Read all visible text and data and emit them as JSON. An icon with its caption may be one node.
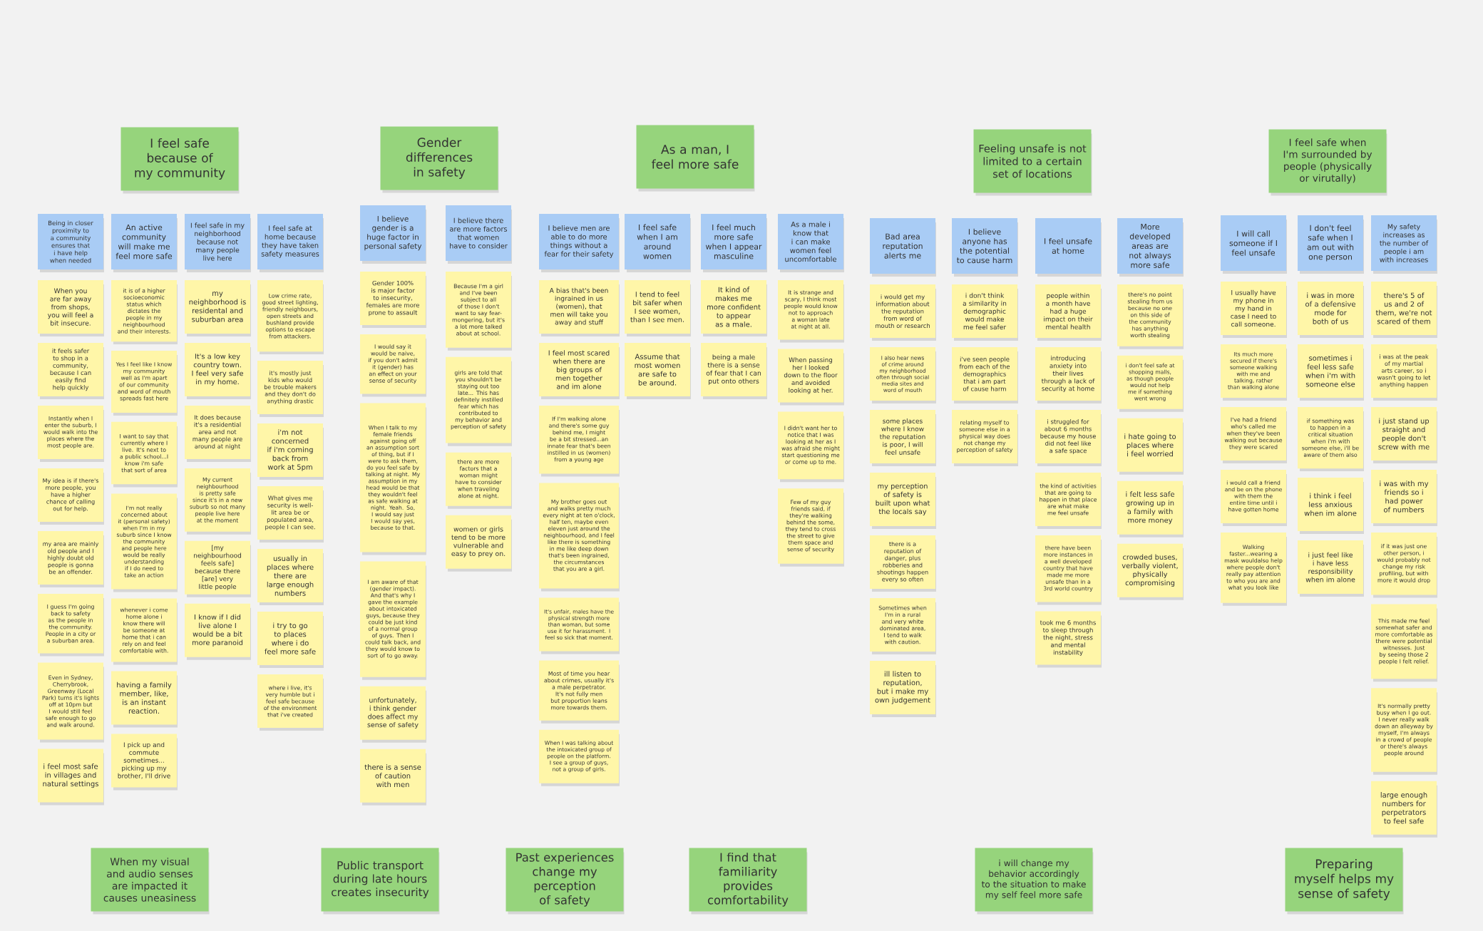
{
  "diagram": {
    "nodes": [
      {
        "text": [
          "I feel safe because of my community"
        ]
      },
      {
        "text": [
          "Being in closer proximity to a community ensures that i have help when needed"
        ]
      },
      {
        "text": [
          "When you are far away from shops, you will feel a bit insecure."
        ]
      },
      {
        "text": [
          "it feels safer to shop in a community, because I can easily find help quickly"
        ]
      },
      {
        "text": [
          "Instantly when I enter the suburb, I would walk into the places where the most people are."
        ]
      },
      {
        "text": [
          "My idea is if there's more people, you have a higher chance of calling out for help."
        ]
      },
      {
        "text": [
          "my area are mainly old people and I highly doubt old people is gonna be an offender."
        ]
      },
      {
        "text": [
          "I guess I'm going back to safety as the people in the community. People in a city or a suburban area."
        ]
      },
      {
        "text": [
          "Even in Sydney, Cherrybrook, Greenway (Local Park) turns it's lights off at 10pm but I would still feel safe enough to go and walk around."
        ]
      },
      {
        "text": [
          "i feel most safe in villages and natural settings"
        ]
      },
      {
        "text": [
          "An active community will make me feel more safe"
        ]
      },
      {
        "text": [
          "it is of a higher socioeconomic status which dictates the people in my neighbourhood and their interests."
        ]
      },
      {
        "text": [
          "Yes I feel like I know my community well as I'm apart of our community and word of mouth spreads fast here"
        ]
      },
      {
        "text": [
          "I want to say that currently where I live. It's next to a public school...I know i'm safe that sort of area"
        ]
      },
      {
        "text": [
          "I'm not really concerned about it (personal safety) when I'm in my suburb since I know the community and people here would be really understanding if I do need to take an action"
        ]
      },
      {
        "text": [
          "whenever i come home alone i know there will be someone at home that i can rely on and feel comfortable with."
        ]
      },
      {
        "text": [
          "having a family member, like, is an instant reaction."
        ]
      },
      {
        "text": [
          "I pick up and commute sometimes... picking up my brother, I'll drive"
        ]
      },
      {
        "text": [
          "I feel safe in my neighborhood because not many people live here"
        ]
      },
      {
        "text": [
          "my neighborhood is residental and suburban area"
        ]
      },
      {
        "text": [
          "It's a low key country town. I feel very safe in my home."
        ]
      },
      {
        "text": [
          "It does because it's a residential area and not many people are around at night"
        ]
      },
      {
        "text": [
          "My current neighbourhood is pretty safe since it's in a new suburb so not many people live here at the moment"
        ]
      },
      {
        "text": [
          "[my neighbourhood feels safe] because there [are] very little people"
        ]
      },
      {
        "text": [
          "I know if I did live alone I would be a bit more paranoid"
        ]
      },
      {
        "text": [
          "I feel safe at home because they have taken safety measures"
        ]
      },
      {
        "text": [
          "Low crime rate, good street lighting, friendly neighbours, open streets and bushland provide options to escape from attackers."
        ]
      },
      {
        "text": [
          "it's mostly just kids who would be trouble makers and they don't do anything drastic"
        ]
      },
      {
        "text": [
          "i'm not concerned if i'm coming back from work at 5pm"
        ]
      },
      {
        "text": [
          "What gives me security is well-lit area be or populated area, people I can see."
        ]
      },
      {
        "text": [
          "usually in places where there are large enough numbers"
        ]
      },
      {
        "text": [
          "i try to go to places where i do feel more safe"
        ]
      },
      {
        "text": [
          "where i live, it's very humble but i feel safe because of the environment that i've created"
        ]
      },
      {
        "text": [
          "Gender differences in safety"
        ]
      },
      {
        "text": [
          "I believe gender is a huge factor in personal safety"
        ]
      },
      {
        "text": [
          "Gender 100% is major factor to insecurity, females are more prone to assault"
        ]
      },
      {
        "text": [
          "I would say it would be naive, if you don't admit it (gender) has an effect on your sense of security"
        ]
      },
      {
        "text": [
          "When I talk to my female friends against going off an assumption sort of thing, but if I were to ask them, do you feel safe by talking at night. My assumption in my head would be that they wouldn't feel as safe walking at night. Yeah. So, I would say just I would say yes, because to that."
        ]
      },
      {
        "text": [
          "I am aware of that (gender impact). And that's why I gave the example about intoxicated guys, because they could be just kind of a normal group of guys. Then I could talk back, and they would know to sort of to go away."
        ]
      },
      {
        "text": [
          "unfortunately, i think gender does affect my sense of safety"
        ]
      },
      {
        "text": [
          "there is a sense of caution with men"
        ]
      },
      {
        "text": [
          "I believe there are more factors that women have to consider"
        ]
      },
      {
        "text": [
          "Because I'm a girl and I've been subject to all of those I don't want to say fear-mongering, but it's a lot more talked about at school."
        ]
      },
      {
        "text": [
          "girls are told that you shouldn't be staying out too late... This has definitely instilled fear which has contributed to my behavior and perception of safety"
        ]
      },
      {
        "text": [
          "there are more factors that a woman might have to consider when traveling alone at night."
        ]
      },
      {
        "text": [
          "women or girls tend to be more vulnerable and easy to prey on."
        ]
      },
      {
        "text": [
          "As a man, I feel more safe"
        ]
      },
      {
        "text": [
          "I believe men are able to do more things without a fear for their safety"
        ]
      },
      {
        "text": [
          "A bias that's been ingrained in us (women), that men will take you away and stuff"
        ]
      },
      {
        "text": [
          "I feel most scared when there are big groups of men together and im alone"
        ]
      },
      {
        "text": [
          "If I'm walking alone and there's some guy behind me, I might be a bit stressed...an innate fear that's been instilled in us (women) from a young age"
        ]
      },
      {
        "text": [
          "My brother goes out and walks pretty much every night at ten o'clock, half ten, maybe even eleven just around the neighbourhood, and I feel like there is something in me like deep down that's been ingrained, the circumstances that you are a girl."
        ]
      },
      {
        "text": [
          "It's unfair, males have the physical strength more than woman, but some use it for harassment. I feel so sick that moment."
        ]
      },
      {
        "text": [
          "Most of time you hear about crimes, usually it's a male perpetrator. It's not fully men but proportion leans more towards them."
        ]
      },
      {
        "text": [
          "When I was talking about the intoxicated group of people on the platform. I see a group of guys, not a group of girls."
        ]
      },
      {
        "text": [
          "I feel safe when I am around women"
        ]
      },
      {
        "text": [
          "I tend to feel bit safer when I see women, than I see men."
        ]
      },
      {
        "text": [
          "Assume that most women are safe to be around."
        ]
      },
      {
        "text": [
          "I feel much more safe when I appear masculine"
        ]
      },
      {
        "text": [
          "It kind of makes me more confident to appear as a male."
        ]
      },
      {
        "text": [
          "being a male there is a sense of fear that I can put onto others"
        ]
      },
      {
        "text": [
          "As a male i know that i can make women feel uncomfortable"
        ]
      },
      {
        "text": [
          "It is strange and scary, I think most people would know not to approach a woman late at night at all."
        ]
      },
      {
        "text": [
          "When passing her I looked down to the floor and avoided looking at her."
        ]
      },
      {
        "text": [
          "I didn't want her to notice that I was looking at her as I was afraid she might start questioning me or come up to me."
        ]
      },
      {
        "text": [
          "Few of my guy friends said, if they're walking behind the some, they tend to cross the street to give them space and sense of security"
        ]
      },
      {
        "text": [
          "Feeling unsafe is not limited to a certain set of locations"
        ]
      },
      {
        "text": [
          "Bad area reputation alerts me"
        ]
      },
      {
        "text": [
          "i would get my information about the reputation from word of mouth or research"
        ]
      },
      {
        "text": [
          "I also hear news of crime around my neighborhood often through social media sites and word of mouth"
        ]
      },
      {
        "text": [
          "some places where I know the reputation is poor, I will feel unsafe"
        ]
      },
      {
        "text": [
          "my perception of safety is built upon what the locals say"
        ]
      },
      {
        "text": [
          "there is a reputation of danger, plus robberies and shootings happen every so often"
        ]
      },
      {
        "text": [
          "Sometimes when I'm in a rural and very white dominated area, I tend to walk with caution."
        ]
      },
      {
        "text": [
          "ill listen to reputation, but i make my own judgement"
        ]
      },
      {
        "text": [
          "I believe anyone has the potential to cause harm"
        ]
      },
      {
        "text": [
          "i don't think a similarity in demographic would make me feel safer"
        ]
      },
      {
        "text": [
          "i've seen people from each of the demographics that i am part of cause harm"
        ]
      },
      {
        "text": [
          "relating myself to someone else in a physical way does not change my perception of safety"
        ]
      },
      {
        "text": [
          "I feel unsafe at home"
        ]
      },
      {
        "text": [
          "people within a month have had a huge impact on their mental health"
        ]
      },
      {
        "text": [
          "introducing anxiety into their lives through a lack of security at home"
        ]
      },
      {
        "text": [
          "i struggled for about 6 months because my house did not feel like a safe space"
        ]
      },
      {
        "text": [
          "the kind of activities that are going to happen in that place are what make me feel unsafe"
        ]
      },
      {
        "text": [
          "there have been more instances in a well developed country that have made me more unsafe than in a 3rd world country"
        ]
      },
      {
        "text": [
          "took me 6 months to sleep through the night, stress and mental instability"
        ]
      },
      {
        "text": [
          "More developed areas are not always more safe"
        ]
      },
      {
        "text": [
          "there's no point stealing from us because no one on this side of the community has anything worth stealing"
        ]
      },
      {
        "text": [
          "i don't feel safe at shopping malls, as though people would not help me if something went wrong"
        ]
      },
      {
        "text": [
          "i hate going to places where i feel worried"
        ]
      },
      {
        "text": [
          "i felt less safe growing up in a family with more money"
        ]
      },
      {
        "text": [
          "crowded buses, verbally violent, physically compromising"
        ]
      },
      {
        "text": [
          "I feel safe when I'm surrounded by people (physically or virutally)"
        ]
      },
      {
        "text": [
          "I will call someone if I feel unsafe"
        ]
      },
      {
        "text": [
          "I usually have my phone in my hand in case I need to call someone."
        ]
      },
      {
        "text": [
          "Its much more secured if there's someone walking with me and talking, rather than walking alone"
        ]
      },
      {
        "text": [
          "I've had a friend who's called me when they've been walking out because they were scared"
        ]
      },
      {
        "text": [
          "i would call a friend and be on the phone with them the entire time until i have gotten home"
        ]
      },
      {
        "text": [
          "Walking faster...wearing a mask wouldalso help where people don't really pay attention to who you are and what you look like"
        ]
      },
      {
        "text": [
          "I don't feel safe when I am out with one person"
        ]
      },
      {
        "text": [
          "i was in more of a defensive mode for both of us"
        ]
      },
      {
        "text": [
          "sometimes i feel less safe when i'm with someone else"
        ]
      },
      {
        "text": [
          "if something was to happen in a critical situation when i'm with someone else, i'll be aware of them also"
        ]
      },
      {
        "text": [
          "i think i feel less anxious when im alone"
        ]
      },
      {
        "text": [
          "i just feel like i have less responsibility when im alone"
        ]
      },
      {
        "text": [
          "My safety increases as the number of people i am with increases"
        ]
      },
      {
        "text": [
          "there's 5 of us and 2 of them, we're not scared of them"
        ]
      },
      {
        "text": [
          "i was at the peak of my martial arts career, so i wasn't going to let anything happen"
        ]
      },
      {
        "text": [
          "i just stand up straight and people don't screw with me"
        ]
      },
      {
        "text": [
          "i was with my friends so i had power of numbers"
        ]
      },
      {
        "text": [
          "if it was just one other person, i would probably not change my risk profiling, but with more it would drop"
        ]
      },
      {
        "text": [
          "This made me feel somewhat safer and more comfortable as there were potential witnesses. Just by seeing those 2 people I felt relief."
        ]
      },
      {
        "text": [
          "It's normally pretty busy when I go out. I never really walk down an alleyway by myself, I'm always in a crowd of people or there's always people around"
        ]
      },
      {
        "text": [
          "large enough numbers for perpetrators to feel safe"
        ]
      },
      {
        "text": [
          "When my visual and audio senses are impacted it causes uneasiness"
        ]
      },
      {
        "text": [
          "Public transport during late hours creates insecurity"
        ]
      },
      {
        "text": [
          "Past experiences change my perception of safety"
        ]
      },
      {
        "text": [
          "I find that familiarity provides comfortability"
        ]
      },
      {
        "text": [
          "i will change my behavior accordingly to the situation to make my self feel more safe"
        ]
      },
      {
        "text": [
          "Preparing myself helps my sense of safety"
        ]
      }
    ]
  }
}
